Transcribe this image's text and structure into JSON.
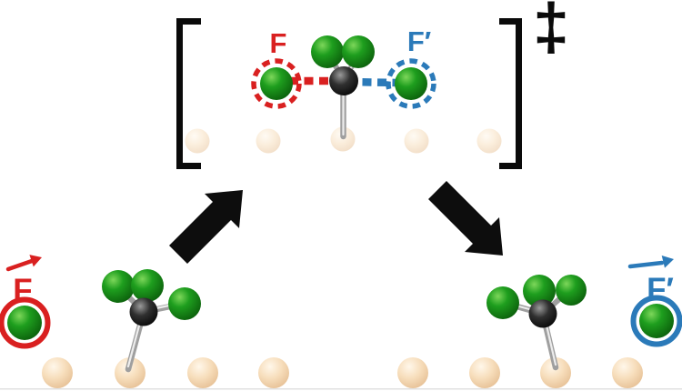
{
  "figure": {
    "type": "reaction-mechanism-diagram",
    "transition_state": {
      "marker": "‡",
      "incoming_atom_label": "F",
      "outgoing_atom_label": "F′"
    },
    "reactant": {
      "incoming_atom_label": "F"
    },
    "product": {
      "outgoing_atom_label": "F′"
    },
    "colors": {
      "incoming_red": "#d92020",
      "outgoing_blue": "#2b7ab9",
      "fluorine_green": "#1e9e1e",
      "carbon_black": "#111111",
      "surface_beige": "#f5dab8",
      "bond_gray": "#9f9f9f",
      "reaction_arrow_black": "#0d0d0d",
      "bracket_black": "#0a0a0a"
    },
    "icons": {
      "reaction_arrow_up": "large up-right arrow",
      "reaction_arrow_down": "large down-right arrow",
      "velocity_arrow_red": "right vector arrow",
      "velocity_arrow_blue": "right vector arrow"
    }
  }
}
